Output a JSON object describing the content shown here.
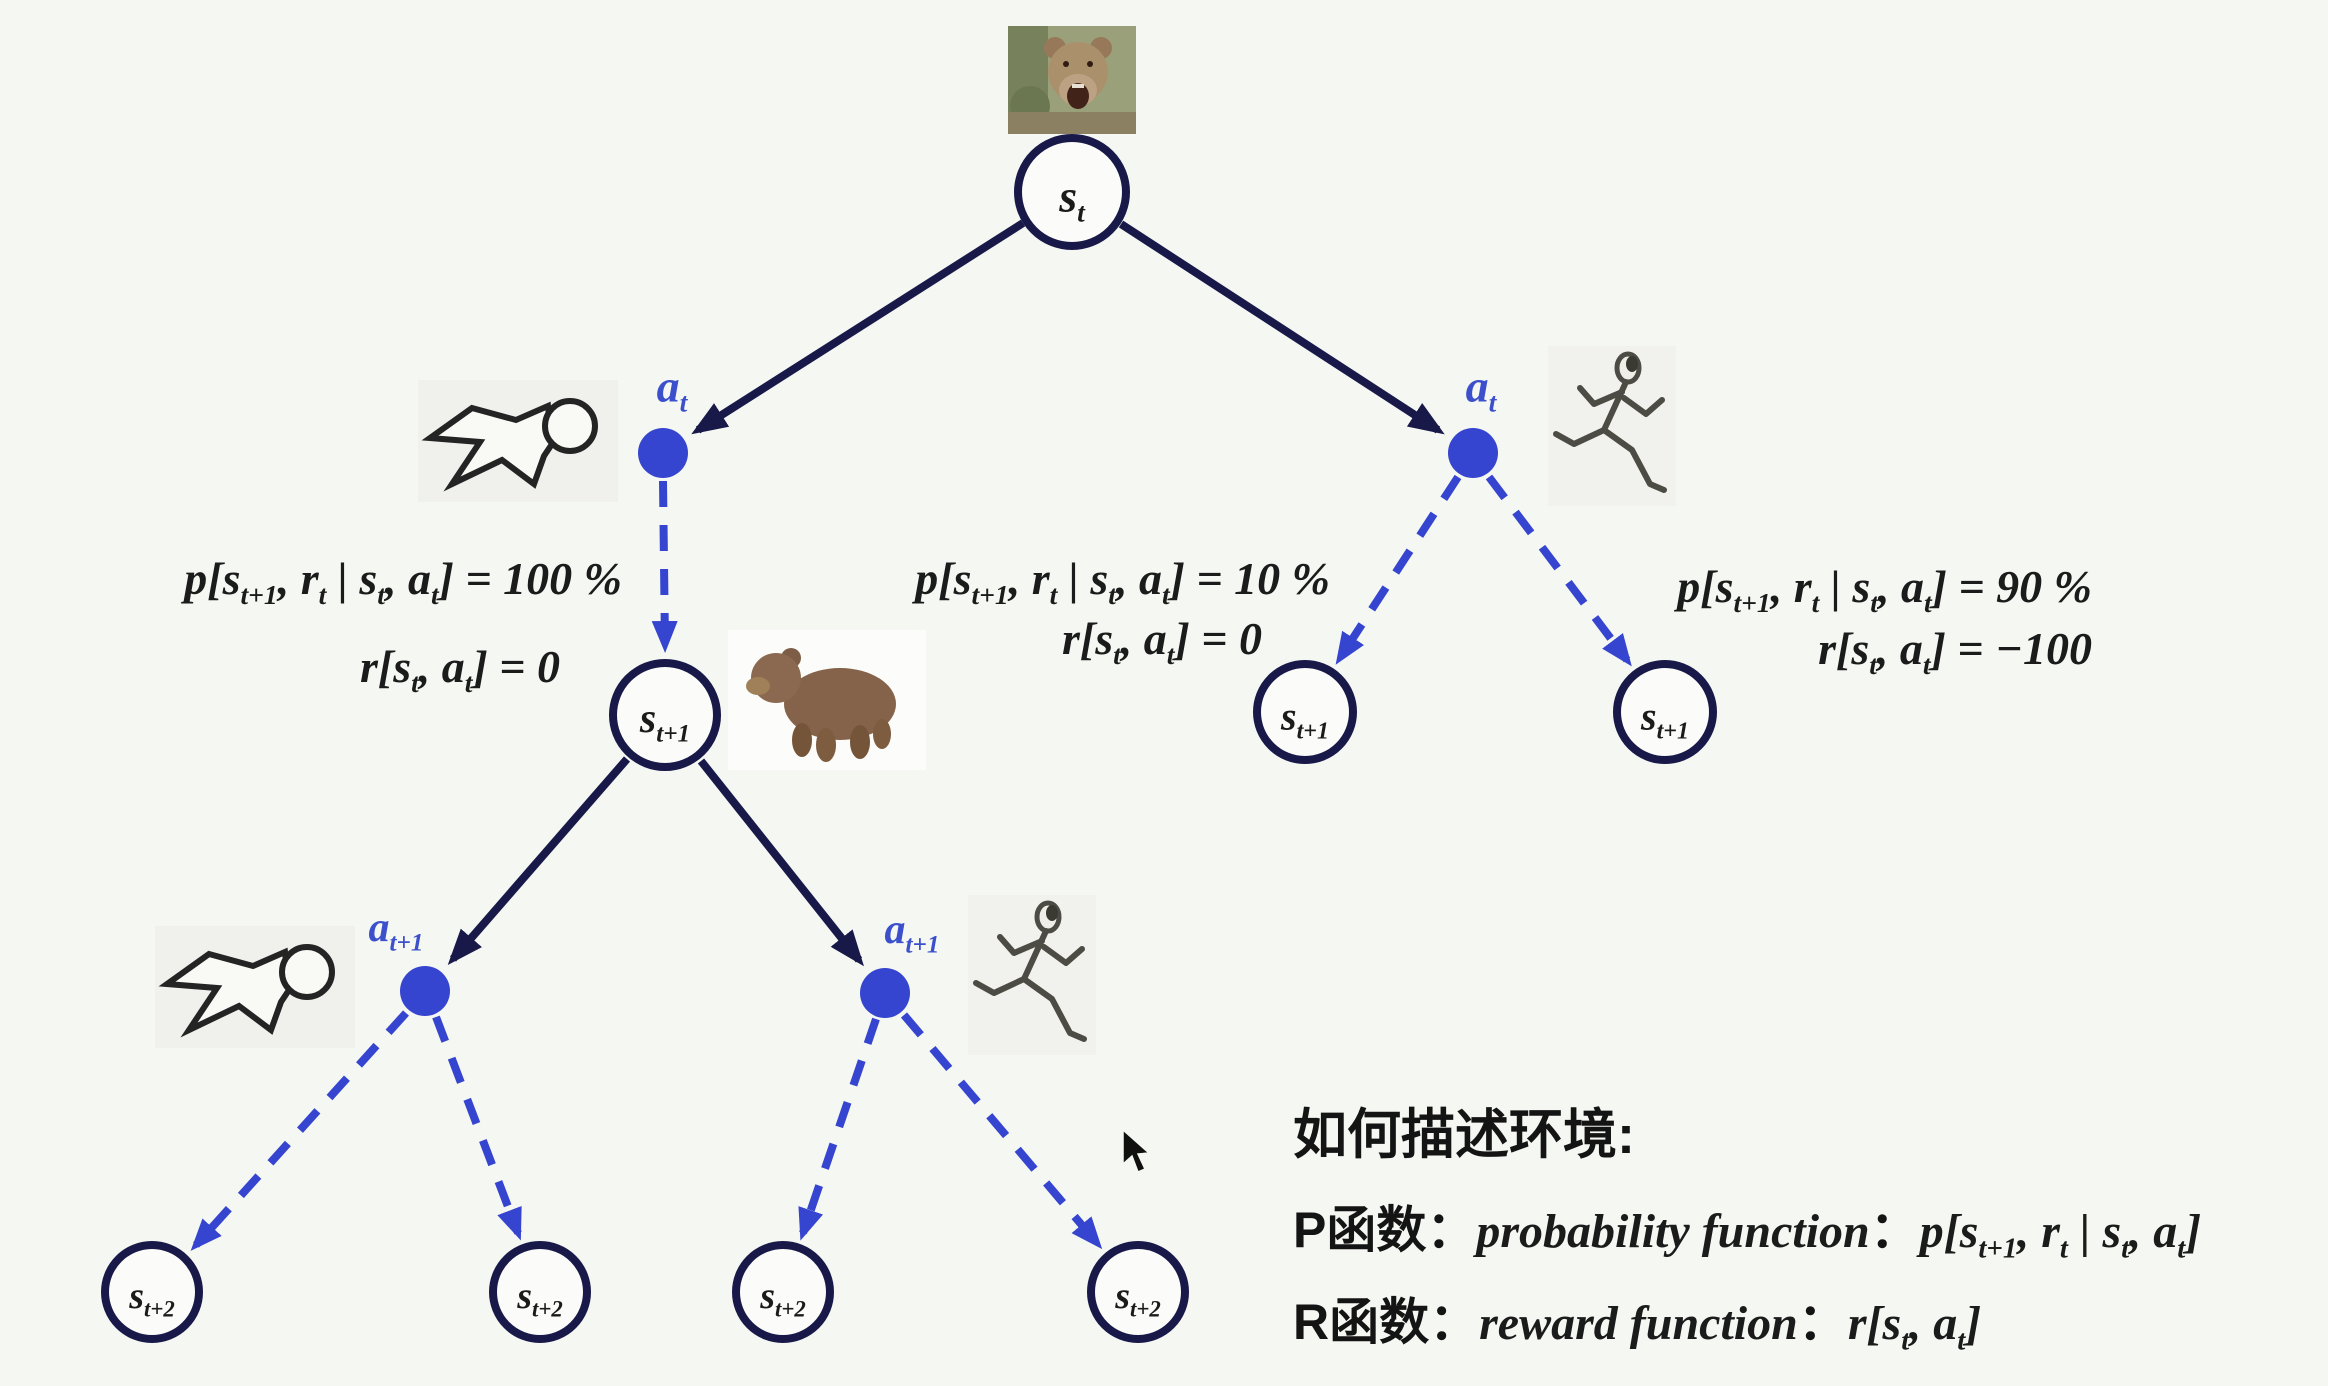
{
  "canvas": {
    "background": "#f5f7f2"
  },
  "colors": {
    "state_outline_navy": "#181849",
    "action_blue": "#3645cf",
    "action_label_blue": "#3c50cc",
    "formula_ink": "#1b1b1b"
  },
  "nodes": {
    "s_t": [
      {
        "t": "s",
        "s": "t"
      }
    ],
    "s_t1": [
      {
        "t": "s",
        "s": "t+1"
      }
    ],
    "s_t2": [
      {
        "t": "s",
        "s": "t+2"
      }
    ],
    "a_t": [
      {
        "t": "a",
        "s": "t"
      }
    ],
    "a_t1": [
      {
        "t": "a",
        "s": "t+1"
      }
    ]
  },
  "formulas": {
    "p_100": [
      {
        "t": "p[s",
        "s": "t+1"
      },
      {
        "t": ", r",
        "s": "t"
      },
      {
        "t": " | s",
        "s": "t"
      },
      {
        "t": ", a",
        "s": "t"
      },
      {
        "t": "] = 100 %"
      }
    ],
    "p_10": [
      {
        "t": "p[s",
        "s": "t+1"
      },
      {
        "t": ", r",
        "s": "t"
      },
      {
        "t": " | s",
        "s": "t"
      },
      {
        "t": ", a",
        "s": "t"
      },
      {
        "t": "] = 10 %"
      }
    ],
    "p_90": [
      {
        "t": "p[s",
        "s": "t+1"
      },
      {
        "t": ", r",
        "s": "t"
      },
      {
        "t": " | s",
        "s": "t"
      },
      {
        "t": ", a",
        "s": "t"
      },
      {
        "t": "] = 90 %"
      }
    ],
    "r_0": [
      {
        "t": "r[s",
        "s": "t"
      },
      {
        "t": ", a",
        "s": "t"
      },
      {
        "t": "] = 0"
      }
    ],
    "r_neg100": [
      {
        "t": "r[s",
        "s": "t"
      },
      {
        "t": ", a",
        "s": "t"
      },
      {
        "t": "] = −100"
      }
    ]
  },
  "legend": {
    "heading": "如何描述环境:",
    "p_label": "P函数：",
    "p_function_name": "probability function",
    "colon": "：",
    "p_formula": [
      {
        "t": "p[s",
        "s": "t+1"
      },
      {
        "t": ", r",
        "s": "t"
      },
      {
        "t": " | s",
        "s": "t"
      },
      {
        "t": ", a",
        "s": "t"
      },
      {
        "t": "]"
      }
    ],
    "r_label": "R函数：",
    "r_function_name": "reward function",
    "r_formula": [
      {
        "t": "r[s",
        "s": "t"
      },
      {
        "t": ", a",
        "s": "t"
      },
      {
        "t": "]"
      }
    ]
  },
  "icons": {
    "top": "roaring-bear-photo",
    "state_t1": "toy-bear",
    "action_stay": "dead-person",
    "action_run": "running-person"
  }
}
